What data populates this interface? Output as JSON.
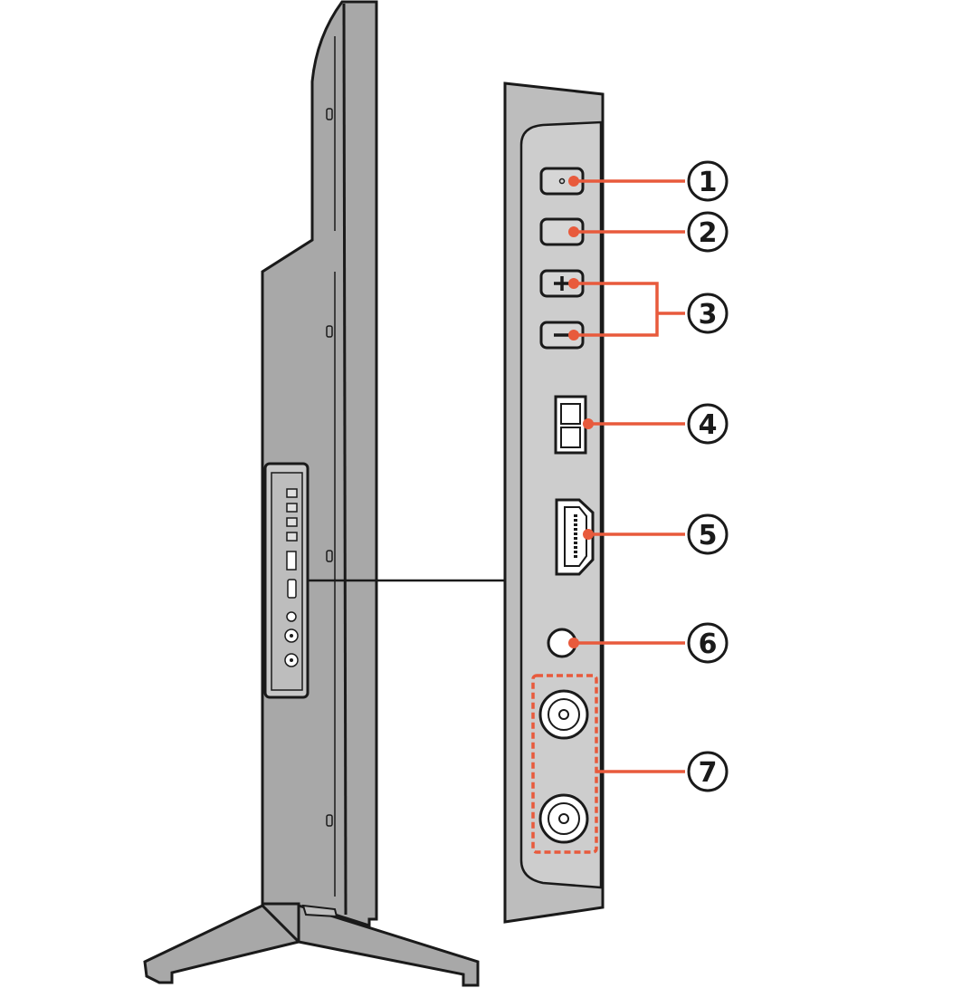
{
  "colors": {
    "callout": "#e85a3c",
    "body_gray": "#a8a8a8",
    "panel_gray": "#c9c9c9",
    "outline": "#1a1a1a",
    "background": "#ffffff"
  },
  "callouts": [
    {
      "id": "1",
      "label": "1",
      "component": "power-button"
    },
    {
      "id": "2",
      "label": "2",
      "component": "input-button"
    },
    {
      "id": "3",
      "label": "3",
      "component": "volume-buttons"
    },
    {
      "id": "4",
      "label": "4",
      "component": "usb-port"
    },
    {
      "id": "5",
      "label": "5",
      "component": "hdmi-port"
    },
    {
      "id": "6",
      "label": "6",
      "component": "headphone-jack"
    },
    {
      "id": "7",
      "label": "7",
      "component": "antenna-connectors"
    }
  ],
  "button_glyphs": {
    "volume_up": "+",
    "volume_down": "−"
  }
}
